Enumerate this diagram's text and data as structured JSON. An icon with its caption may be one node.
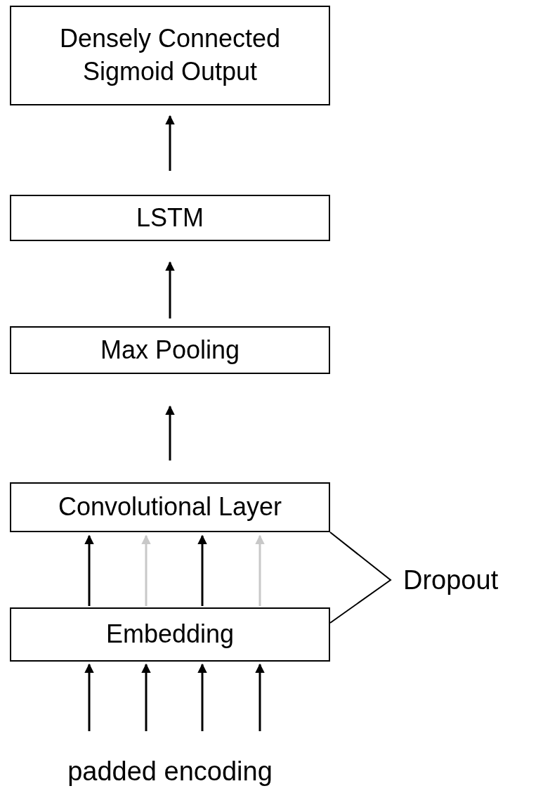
{
  "diagram": {
    "nodes": [
      {
        "text": [
          "Densely Connected Sigmoid Output"
        ]
      },
      {
        "text": [
          "LSTM"
        ]
      },
      {
        "text": [
          "Max Pooling"
        ]
      },
      {
        "text": [
          "Convolutional Layer"
        ]
      },
      {
        "text": [
          "Embedding"
        ]
      },
      {
        "text": [
          "padded encoding"
        ]
      }
    ],
    "edges": [
      {
        "from": 1,
        "to": 0,
        "arrow": "to"
      },
      {
        "from": 2,
        "to": 1,
        "arrow": "to"
      },
      {
        "from": 3,
        "to": 2,
        "arrow": "to"
      },
      {
        "from": 4,
        "to": 3,
        "arrow": "to"
      },
      {
        "from": 4,
        "to": 3,
        "arrow": "to",
        "color": "#c8c8c8"
      },
      {
        "from": 4,
        "to": 3,
        "arrow": "to"
      },
      {
        "from": 4,
        "to": 3,
        "arrow": "to",
        "color": "#c8c8c8"
      },
      {
        "from": 5,
        "to": 4,
        "arrow": "to"
      },
      {
        "from": 5,
        "to": 4,
        "arrow": "to"
      },
      {
        "from": 5,
        "to": 4,
        "arrow": "to"
      },
      {
        "from": 5,
        "to": 4,
        "arrow": "to"
      }
    ],
    "labels": [
      "Dropout"
    ]
  }
}
